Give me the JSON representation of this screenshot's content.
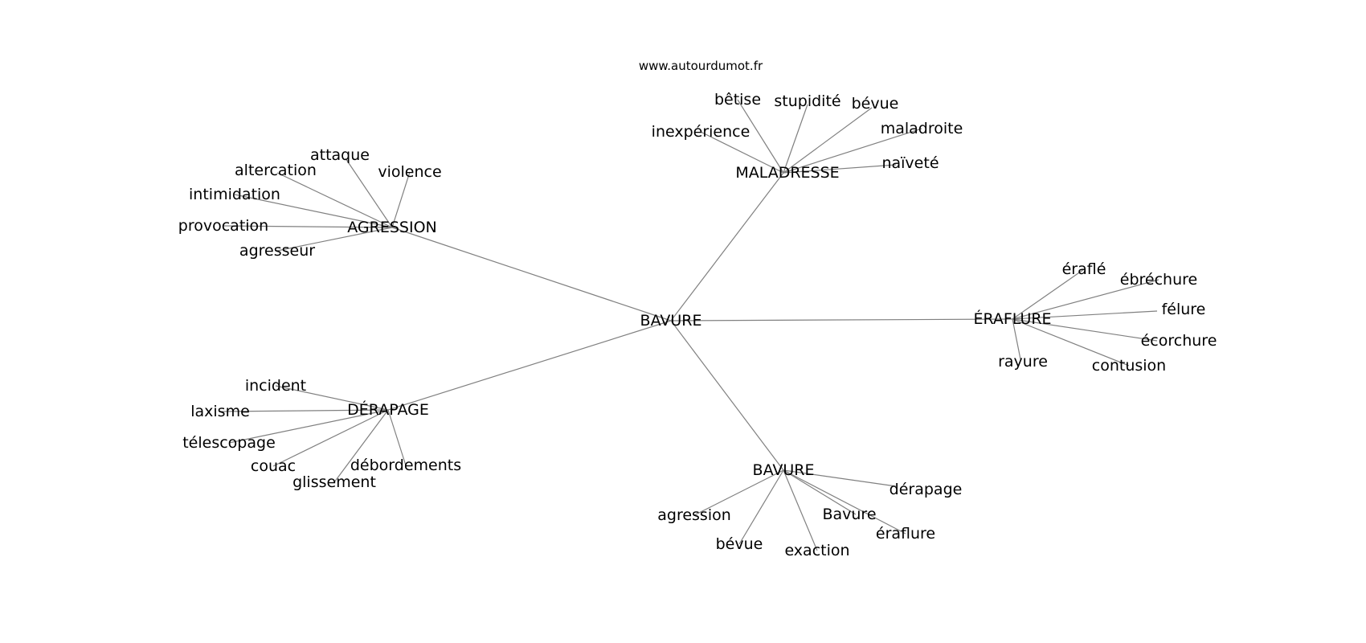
{
  "site": "www.autourdumot.fr",
  "root": "BAVURE",
  "clusters": [
    {
      "hub": "MALADRESSE",
      "leaves": [
        "bêtise",
        "stupidité",
        "bévue",
        "inexpérience",
        "maladroite",
        "naïveté"
      ]
    },
    {
      "hub": "AGRESSION",
      "leaves": [
        "attaque",
        "altercation",
        "violence",
        "intimidation",
        "provocation",
        "agresseur"
      ]
    },
    {
      "hub": "ÉRAFLURE",
      "leaves": [
        "éraflé",
        "ébréchure",
        "félure",
        "écorchure",
        "rayure",
        "contusion"
      ]
    },
    {
      "hub": "DÉRAPAGE",
      "leaves": [
        "incident",
        "laxisme",
        "télescopage",
        "couac",
        "débordements",
        "glissement"
      ]
    },
    {
      "hub": "BAVURE",
      "leaves": [
        "dérapage",
        "agression",
        "Bavure",
        "éraflure",
        "bévue",
        "exaction"
      ]
    }
  ]
}
